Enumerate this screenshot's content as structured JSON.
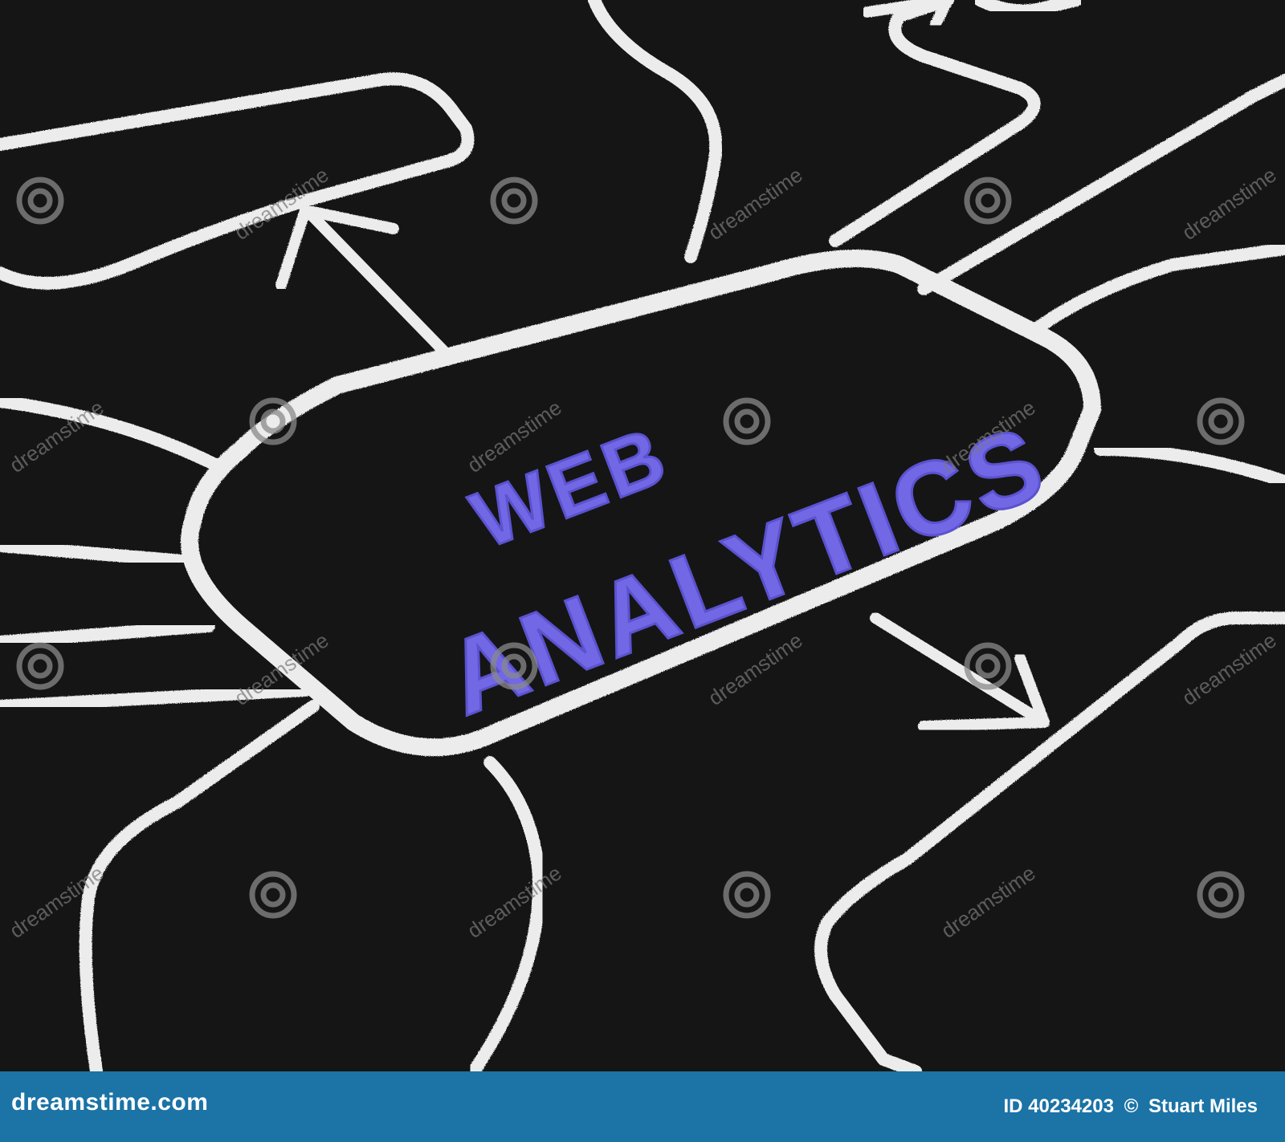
{
  "photo": {
    "main_label_line1": "WEB",
    "main_label_line2": "ANALYTICS",
    "watermark_text": "dreamstime",
    "watermark_icon": "spiral-icon",
    "colors": {
      "background": "#151515",
      "chalk": "#ececec",
      "label": "#7268e6",
      "footer": "#1b73a6"
    }
  },
  "footer": {
    "brand": "dreamstime.com",
    "id_label": "ID 40234203",
    "copyright": "©",
    "author": "Stuart Miles"
  }
}
